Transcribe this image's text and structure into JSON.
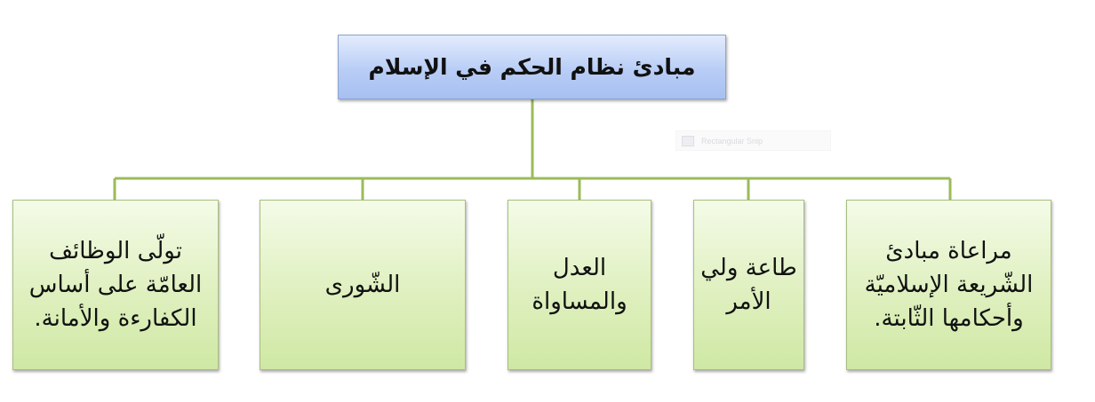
{
  "diagram": {
    "root": {
      "label": "مبادئ نظام الحكم في الإسلام"
    },
    "children": [
      {
        "label": "تولّى الوظائف العامّة على أساس الكفارءة والأمانة."
      },
      {
        "label": "الشّورى"
      },
      {
        "label": "العدل والمساواة"
      },
      {
        "label": "طاعة ولي الأمر"
      },
      {
        "label": "مراعاة مبادئ الشّريعة الإسلاميّة وأحكامها الثّابتة."
      }
    ],
    "colors": {
      "connector": "#9bbb59",
      "root_fill": "#b8cdf6",
      "child_fill": "#dff0bf"
    }
  },
  "overlay": {
    "tooltip_label": "Rectangular Snip",
    "tooltip_icon": "scissors-icon"
  }
}
